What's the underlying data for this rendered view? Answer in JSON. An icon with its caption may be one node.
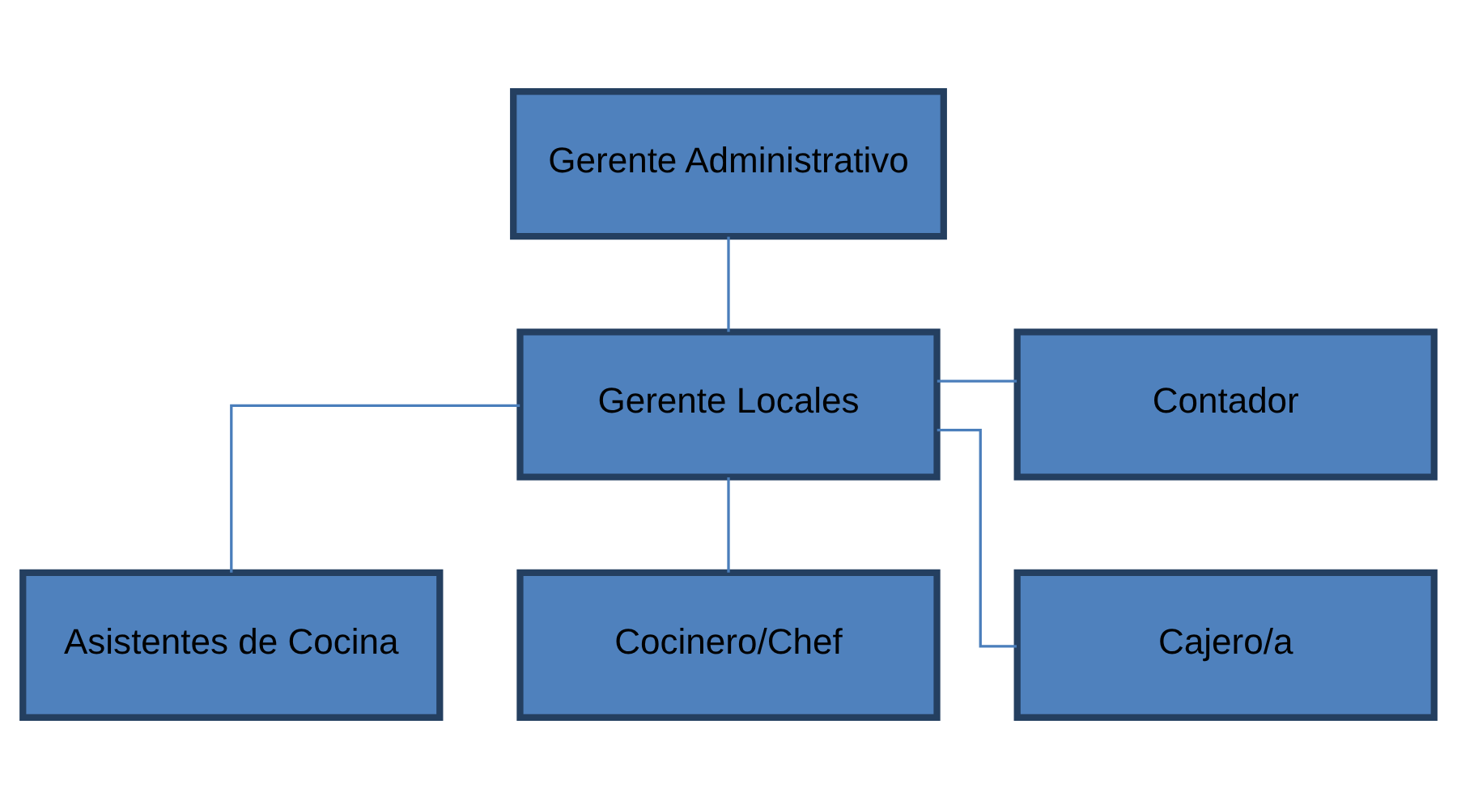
{
  "diagram": {
    "nodes": [
      {
        "text": [
          "Gerente Administrativo"
        ]
      },
      {
        "text": [
          "Gerente Locales"
        ]
      },
      {
        "text": [
          "Contador"
        ]
      },
      {
        "text": [
          "Asistentes de Cocina"
        ]
      },
      {
        "text": [
          "Cocinero/Chef"
        ]
      },
      {
        "text": [
          "Cajero/a"
        ]
      }
    ],
    "edges": [
      {
        "from": 0,
        "to": 1,
        "arrow": "none"
      },
      {
        "from": 1,
        "to": 2,
        "arrow": "none"
      },
      {
        "from": 1,
        "to": 3,
        "arrow": "none"
      },
      {
        "from": 1,
        "to": 4,
        "arrow": "none"
      },
      {
        "from": 1,
        "to": 5,
        "arrow": "none"
      }
    ]
  }
}
